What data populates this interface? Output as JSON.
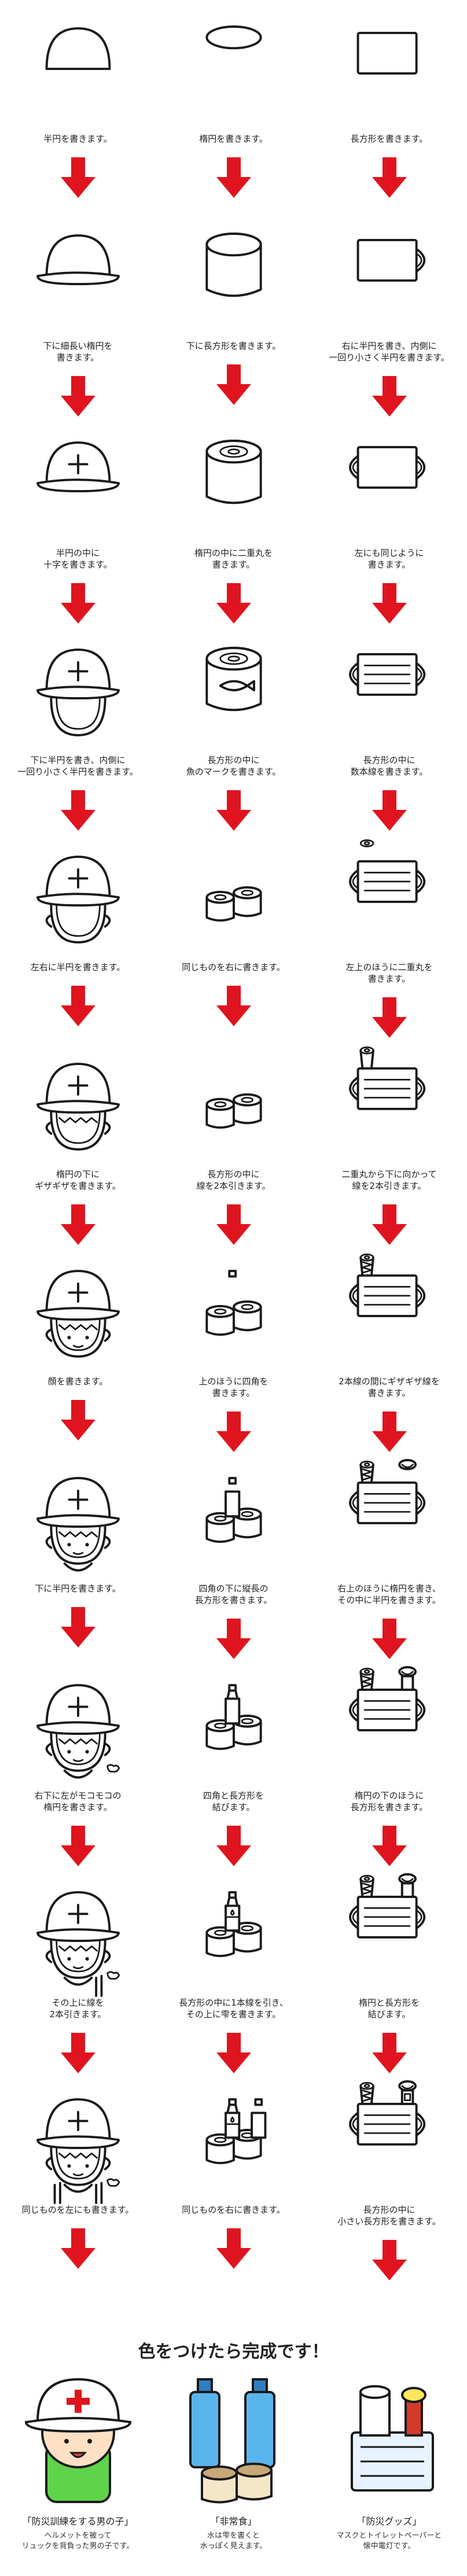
{
  "steps": [
    {
      "captions": [
        "半円を書きます。",
        "楕円を書きます。",
        "長方形を書きます。"
      ]
    },
    {
      "captions": [
        "下に細長い楕円を\n書きます。",
        "下に長方形を書きます。",
        "右に半円を書き、内側に\n一回り小さく半円を書きます。"
      ]
    },
    {
      "captions": [
        "半円の中に\n十字を書きます。",
        "楕円の中に二重丸を\n書きます。",
        "左にも同じように\n書きます。"
      ]
    },
    {
      "captions": [
        "下に半円を書き、内側に\n一回り小さく半円を書きます。",
        "長方形の中に\n魚のマークを書きます。",
        "長方形の中に\n数本線を書きます。"
      ]
    },
    {
      "captions": [
        "左右に半円を書きます。",
        "同じものを右に書きます。",
        "左上のほうに二重丸を\n書きます。"
      ]
    },
    {
      "captions": [
        "楕円の下に\nギザギザを書きます。",
        "長方形の中に\n線を2本引きます。",
        "二重丸から下に向かって\n線を2本引きます。"
      ]
    },
    {
      "captions": [
        "顔を書きます。",
        "上のほうに四角を\n書きます。",
        "2本線の間にギザギザ線を\n書きます。"
      ]
    },
    {
      "captions": [
        "下に半円を書きます。",
        "四角の下に縦長の\n長方形を書きます。",
        "右上のほうに楕円を書き、\nその中に半円を書きます。"
      ]
    },
    {
      "captions": [
        "右下に左がモコモコの\n楕円を書きます。",
        "四角と長方形を\n結びます。",
        "楕円の下のほうに\n長方形を書きます。"
      ]
    },
    {
      "captions": [
        "その上に線を\n2本引きます。",
        "長方形の中に1本線を引き、\nその上に雫を書きます。",
        "楕円と長方形を\n結びます。"
      ]
    },
    {
      "captions": [
        "同じものを左にも書きます。",
        "同じものを右に書きます。",
        "長方形の中に\n小さい長方形を書きます。"
      ]
    }
  ],
  "final": {
    "title": "色をつけたら完成です！",
    "items": [
      {
        "name": "「防災訓練をする男の子」",
        "desc": "ヘルメットを被って\nリュックを背負った男の子です。"
      },
      {
        "name": "「非常食」",
        "desc": "水は雫を書くと\n水っぽく見えます。"
      },
      {
        "name": "「防災グッズ」",
        "desc": "マスクとトイレットペーパーと\n懐中電灯です。"
      }
    ]
  },
  "colors": {
    "arrow": "#e0141e",
    "helmet": "#ffffff",
    "cross": "#e0141e",
    "shirt": "#5fd34a",
    "water": "#5ab4ec",
    "can": "#f5e6c8",
    "flashlight": "#d23a2a"
  }
}
